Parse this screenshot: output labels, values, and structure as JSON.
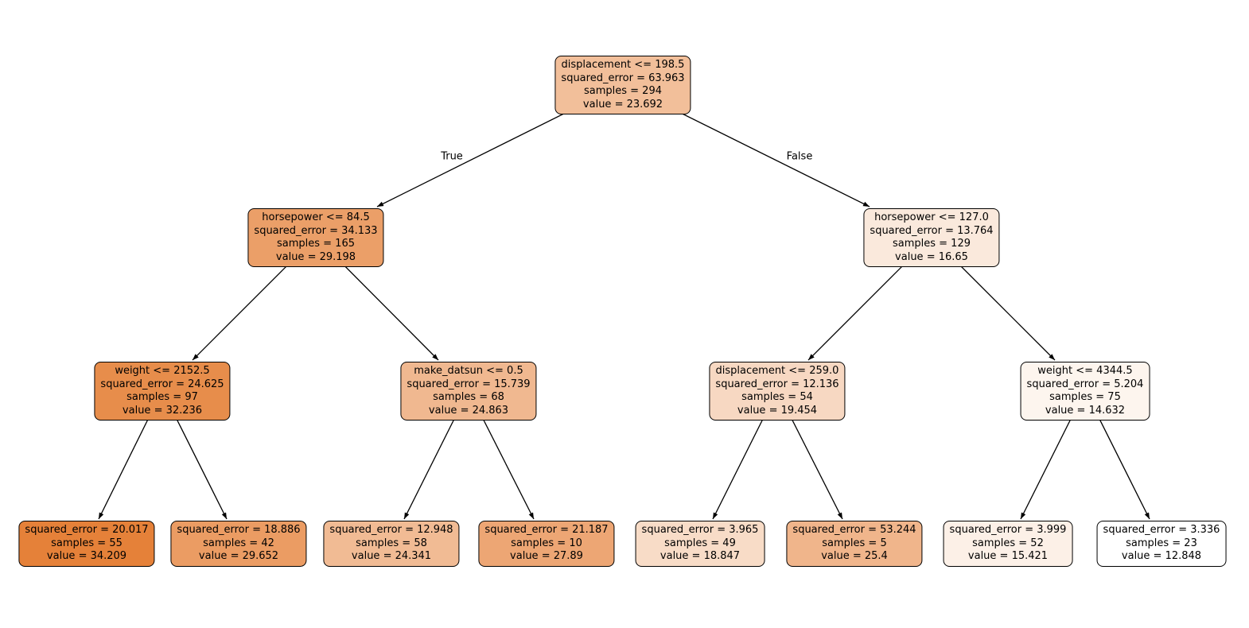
{
  "figure": {
    "background_color": "#ffffff",
    "node_border_color": "#000000",
    "edge_color": "#000000",
    "colormap_max_color": "#e58139",
    "colormap_min_color": "#ffffff"
  },
  "edge_labels": {
    "true_label": "True",
    "false_label": "False"
  },
  "tree": {
    "nodes": {
      "root": {
        "condition": "displacement <= 198.5",
        "squared_error": "squared_error = 63.963",
        "samples": "samples = 294",
        "value": "value = 23.692",
        "color": "#f2bf9a"
      },
      "l2_left": {
        "condition": "horsepower <= 84.5",
        "squared_error": "squared_error = 34.133",
        "samples": "samples = 165",
        "value": "value = 29.198",
        "color": "#eb9f68"
      },
      "l2_right": {
        "condition": "horsepower <= 127.0",
        "squared_error": "squared_error = 13.764",
        "samples": "samples = 129",
        "value": "value = 16.65",
        "color": "#fae9dc"
      },
      "l3_1": {
        "condition": "weight <= 2152.5",
        "squared_error": "squared_error = 24.625",
        "samples": "samples = 97",
        "value": "value = 32.236",
        "color": "#e78d4b"
      },
      "l3_2": {
        "condition": "make_datsun <= 0.5",
        "squared_error": "squared_error = 15.739",
        "samples": "samples = 68",
        "value": "value = 24.863",
        "color": "#f0b890"
      },
      "l3_3": {
        "condition": "displacement <= 259.0",
        "squared_error": "squared_error = 12.136",
        "samples": "samples = 54",
        "value": "value = 19.454",
        "color": "#f7d8c2"
      },
      "l3_4": {
        "condition": "weight <= 4344.5",
        "squared_error": "squared_error = 5.204",
        "samples": "samples = 75",
        "value": "value = 14.632",
        "color": "#fdf5ee"
      },
      "leaf_1": {
        "squared_error": "squared_error = 20.017",
        "samples": "samples = 55",
        "value": "value = 34.209",
        "color": "#e58139"
      },
      "leaf_2": {
        "squared_error": "squared_error = 18.886",
        "samples": "samples = 42",
        "value": "value = 29.652",
        "color": "#eb9c63"
      },
      "leaf_3": {
        "squared_error": "squared_error = 12.948",
        "samples": "samples = 58",
        "value": "value = 24.341",
        "color": "#f1bb94"
      },
      "leaf_4": {
        "squared_error": "squared_error = 21.187",
        "samples": "samples = 10",
        "value": "value = 27.89",
        "color": "#eda674"
      },
      "leaf_5": {
        "squared_error": "squared_error = 3.965",
        "samples": "samples = 49",
        "value": "value = 18.847",
        "color": "#f8dcc7"
      },
      "leaf_6": {
        "squared_error": "squared_error = 53.244",
        "samples": "samples = 5",
        "value": "value = 25.4",
        "color": "#f0b58b"
      },
      "leaf_7": {
        "squared_error": "squared_error = 3.999",
        "samples": "samples = 52",
        "value": "value = 15.421",
        "color": "#fcf0e7"
      },
      "leaf_8": {
        "squared_error": "squared_error = 3.336",
        "samples": "samples = 23",
        "value": "value = 12.848",
        "color": "#ffffff"
      }
    }
  }
}
